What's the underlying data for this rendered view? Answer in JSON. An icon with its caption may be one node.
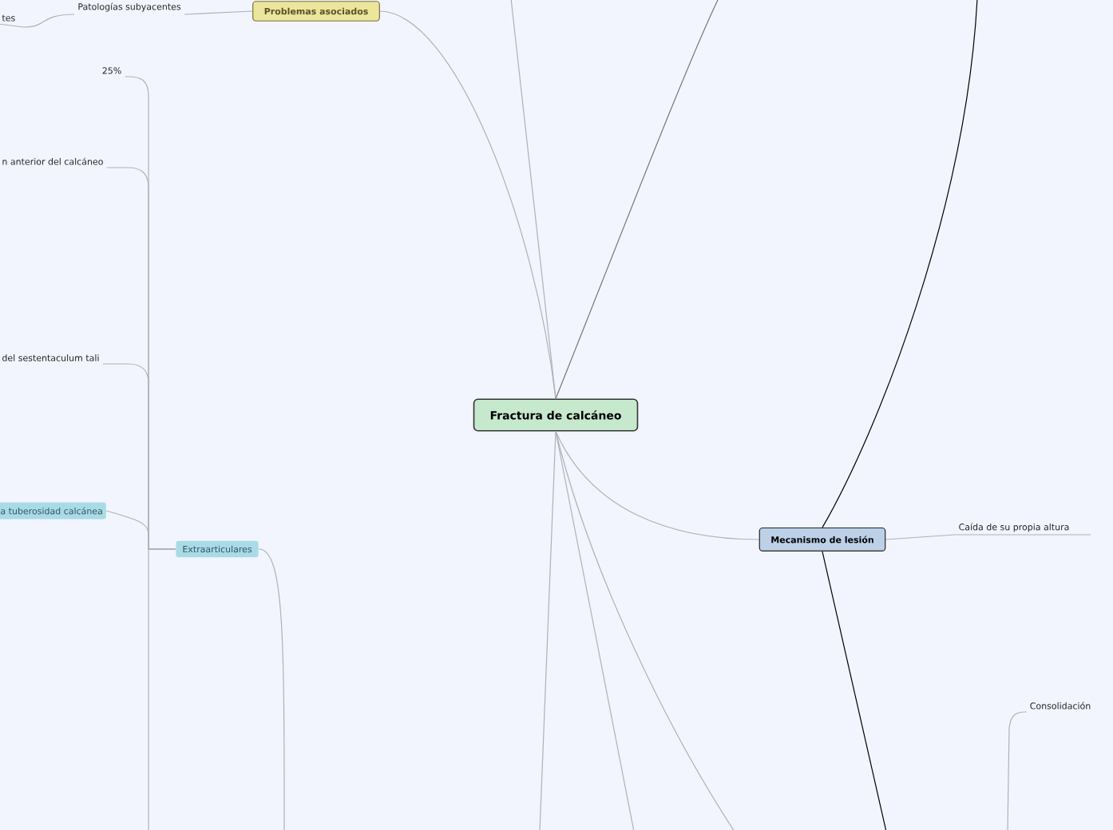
{
  "diagram": {
    "nodes": [
      {
        "text": [
          "Fractura de calcáneo"
        ]
      },
      {
        "text": [
          "Problemas asociados"
        ]
      },
      {
        "text": [
          "Patologías subyacentes"
        ]
      },
      {
        "text": [
          "tes"
        ]
      },
      {
        "text": [
          "Mecanismo de lesión"
        ]
      },
      {
        "text": [
          "Caída de su propia altura"
        ]
      },
      {
        "text": [
          "Extraarticulares"
        ]
      },
      {
        "text": [
          "25%"
        ]
      },
      {
        "text": [
          "n anterior del calcáneo"
        ]
      },
      {
        "text": [
          "del sestentaculum tali"
        ]
      },
      {
        "text": [
          "a tuberosidad calcánea"
        ]
      },
      {
        "text": [
          "Consolidación"
        ]
      }
    ],
    "edges": [
      {
        "from": 0,
        "to": 1,
        "arrow": "none"
      },
      {
        "from": 1,
        "to": 2,
        "arrow": "none"
      },
      {
        "from": 2,
        "to": 3,
        "arrow": "none"
      },
      {
        "from": 0,
        "to": 4,
        "arrow": "none"
      },
      {
        "from": 4,
        "to": 5,
        "arrow": "none"
      },
      {
        "from": null,
        "to": 6,
        "arrow": "none"
      },
      {
        "from": 6,
        "to": 7,
        "arrow": "none"
      },
      {
        "from": 6,
        "to": 8,
        "arrow": "none"
      },
      {
        "from": 6,
        "to": 9,
        "arrow": "none"
      },
      {
        "from": 6,
        "to": 10,
        "arrow": "none"
      },
      {
        "from": 4,
        "to": null,
        "arrow": "none",
        "color": "#000000"
      },
      {
        "from": 4,
        "to": null,
        "arrow": "none",
        "color": "#000000"
      },
      {
        "from": null,
        "to": 11,
        "arrow": "none"
      },
      {
        "from": 0,
        "to": null,
        "arrow": "none"
      },
      {
        "from": 0,
        "to": null,
        "arrow": "none",
        "color": "#777777"
      },
      {
        "from": 0,
        "to": null,
        "arrow": "none"
      },
      {
        "from": 0,
        "to": null,
        "arrow": "none"
      },
      {
        "from": 0,
        "to": null,
        "arrow": "none"
      },
      {
        "from": 6,
        "to": null,
        "arrow": "none"
      }
    ]
  }
}
